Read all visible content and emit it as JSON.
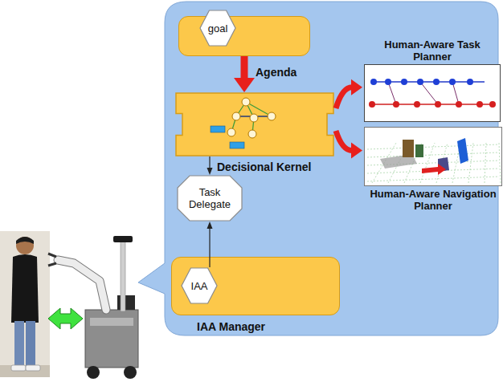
{
  "diagram": {
    "nodes": [
      {
        "text": [
          "Agenda"
        ]
      },
      {
        "text": [
          "goal"
        ],
        "in": 0
      },
      {
        "text": [
          "Decisional Kernel"
        ]
      },
      {
        "text": [
          "Task Delegate"
        ]
      },
      {
        "text": [
          "IAA Manager"
        ]
      },
      {
        "text": [
          "IAA"
        ],
        "in": 4
      },
      {
        "text": [
          "Human-Aware Task Planner"
        ]
      },
      {
        "text": [
          "Human-Aware Navigation Planner"
        ]
      }
    ],
    "edges": [
      {
        "from": 0,
        "to": 2,
        "arrow": "to"
      },
      {
        "from": 2,
        "to": 3,
        "arrow": "to"
      },
      {
        "from": 5,
        "to": 3,
        "arrow": "to"
      },
      {
        "from": 2,
        "to": 6,
        "arrow": "to"
      },
      {
        "from": 2,
        "to": 7,
        "arrow": "to"
      }
    ]
  }
}
